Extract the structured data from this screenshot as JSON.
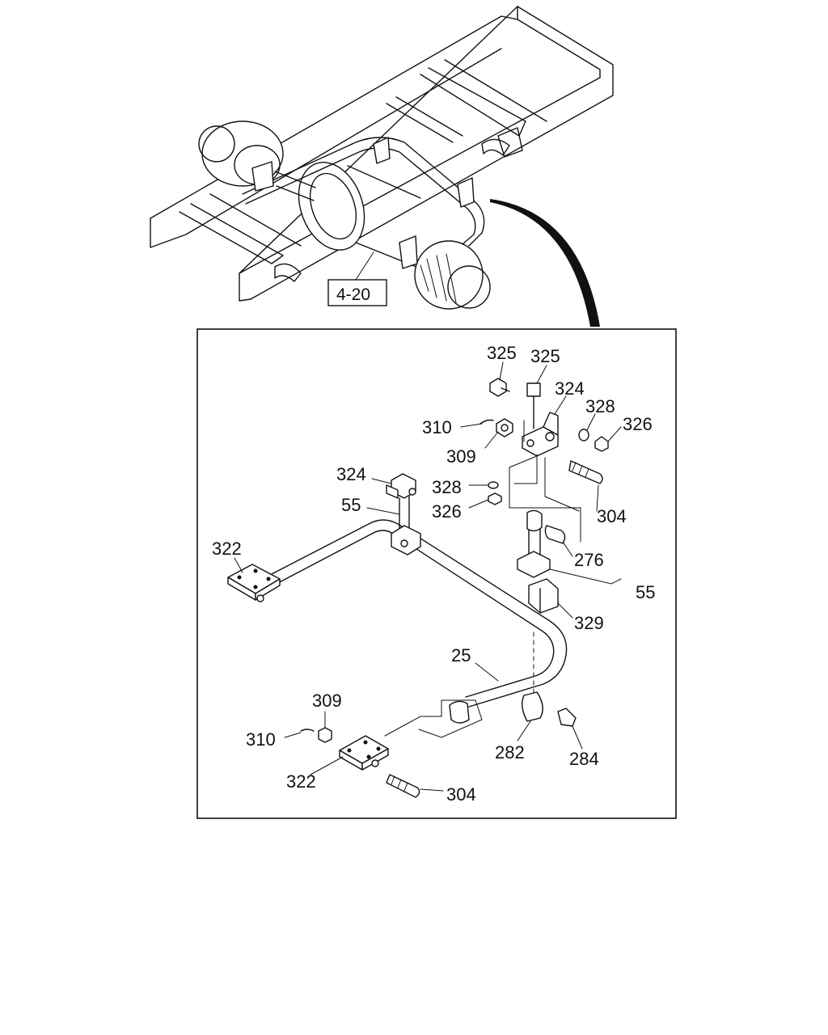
{
  "reference": {
    "label": "4-20"
  },
  "callouts": {
    "c325a": "325",
    "c325b": "325",
    "c324a": "324",
    "c328a": "328",
    "c326a": "326",
    "c310a": "310",
    "c309a": "309",
    "c324b": "324",
    "c328b": "328",
    "c326b": "326",
    "c304a": "304",
    "c55a": "55",
    "c322a": "322",
    "c276": "276",
    "c55b": "55",
    "c329": "329",
    "c25": "25",
    "c309b": "309",
    "c310b": "310",
    "c282": "282",
    "c284": "284",
    "c322b": "322",
    "c304b": "304"
  }
}
